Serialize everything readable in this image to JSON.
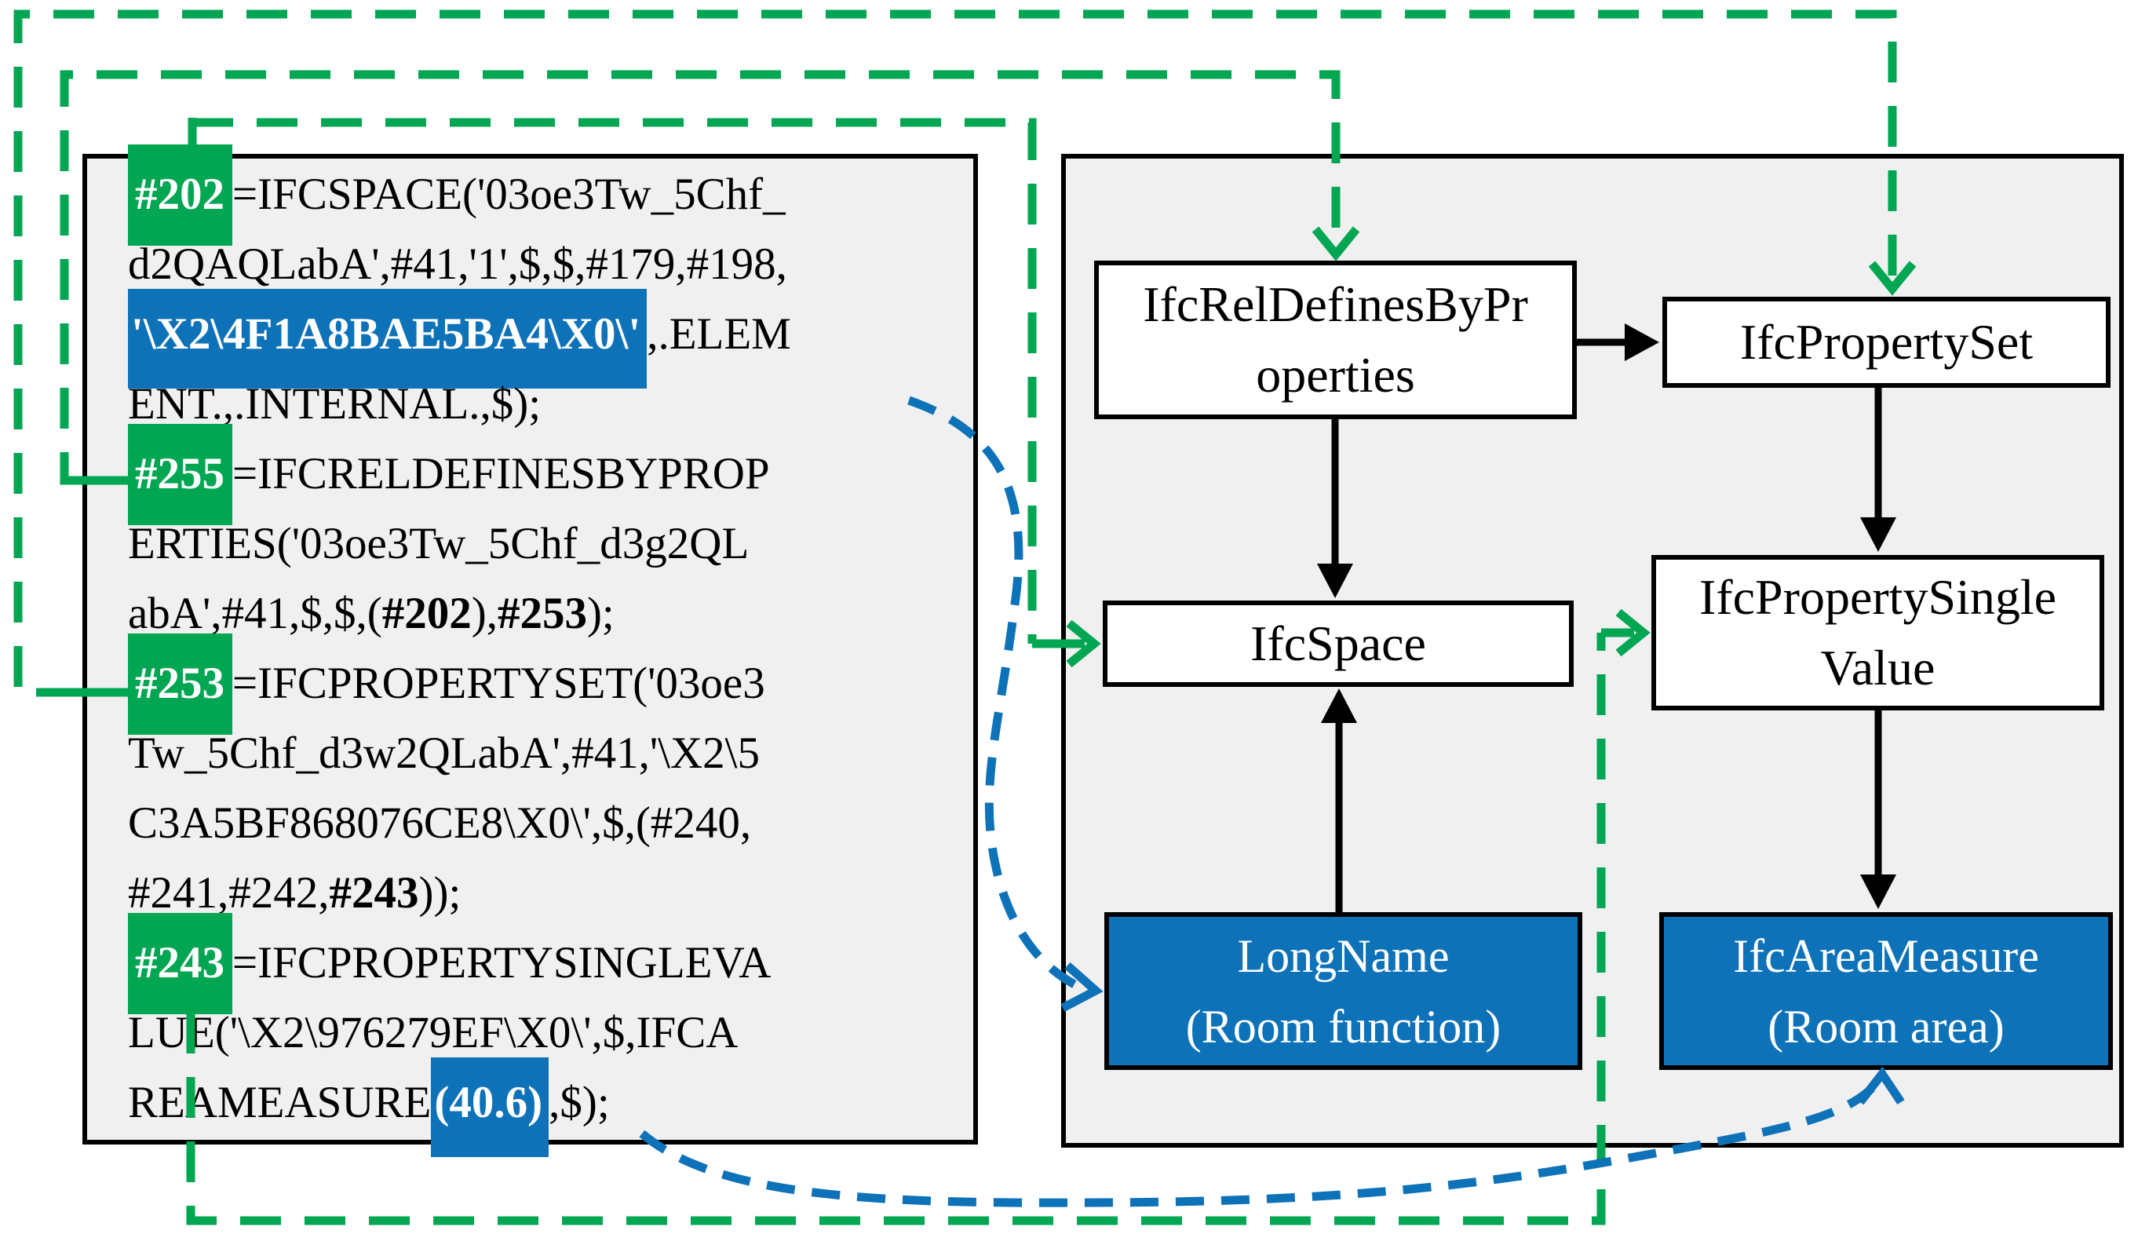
{
  "colors": {
    "green": "#00a651",
    "blue": "#0e72b8",
    "panel_bg": "#f0f0f0",
    "border": "#000000"
  },
  "left_panel": {
    "description": "IFC STEP source code excerpt",
    "lines": [
      {
        "segments": [
          {
            "text": "#202",
            "style": "green-chip"
          },
          {
            "text": "=IFCSPACE('03oe3Tw_5Chf_",
            "style": "normal"
          }
        ]
      },
      {
        "segments": [
          {
            "text": "d2QAQLabA',#41,'1',$,$,#179,#198,",
            "style": "normal"
          }
        ]
      },
      {
        "segments": [
          {
            "text": "'\\X2\\4F1A8BAE5BA4\\X0\\'",
            "style": "blue-chip"
          },
          {
            "text": ",.ELEM",
            "style": "normal"
          }
        ]
      },
      {
        "segments": [
          {
            "text": "ENT.,.INTERNAL.,$);",
            "style": "normal"
          }
        ]
      },
      {
        "segments": [
          {
            "text": "#255",
            "style": "green-chip"
          },
          {
            "text": "=IFCRELDEFINESBYPROP",
            "style": "normal"
          }
        ]
      },
      {
        "segments": [
          {
            "text": "ERTIES('03oe3Tw_5Chf_d3g2QL",
            "style": "normal"
          }
        ]
      },
      {
        "segments": [
          {
            "text": "abA',#41,$,$,(",
            "style": "normal"
          },
          {
            "text": "#202",
            "style": "bold"
          },
          {
            "text": "),",
            "style": "normal"
          },
          {
            "text": "#253",
            "style": "bold"
          },
          {
            "text": ");",
            "style": "normal"
          }
        ]
      },
      {
        "segments": [
          {
            "text": "#253",
            "style": "green-chip"
          },
          {
            "text": "=IFCPROPERTYSET('03oe3",
            "style": "normal"
          }
        ]
      },
      {
        "segments": [
          {
            "text": "Tw_5Chf_d3w2QLabA',#41,'\\X2\\5",
            "style": "normal"
          }
        ]
      },
      {
        "segments": [
          {
            "text": "C3A5BF868076CE8\\X0\\',$,(#240,",
            "style": "normal"
          }
        ]
      },
      {
        "segments": [
          {
            "text": "#241,#242,",
            "style": "normal"
          },
          {
            "text": "#243",
            "style": "bold"
          },
          {
            "text": "));",
            "style": "normal"
          }
        ]
      },
      {
        "segments": [
          {
            "text": "#243",
            "style": "green-chip"
          },
          {
            "text": "=IFCPROPERTYSINGLEVA",
            "style": "normal"
          }
        ]
      },
      {
        "segments": [
          {
            "text": "LUE('\\X2\\976279EF\\X0\\',$,IFCA",
            "style": "normal"
          }
        ]
      },
      {
        "segments": [
          {
            "text": "REAMEASURE",
            "style": "normal"
          },
          {
            "text": "(40.6)",
            "style": "blue-chip"
          },
          {
            "text": ",$);",
            "style": "normal"
          }
        ]
      }
    ]
  },
  "right_panel": {
    "description": "IFC entity relationship diagram",
    "boxes": [
      {
        "id": "ifc-rel-defines-by-properties",
        "label": "IfcRelDefinesByPr\noperties",
        "type": "white"
      },
      {
        "id": "ifc-property-set",
        "label": "IfcPropertySet",
        "type": "white"
      },
      {
        "id": "ifc-space",
        "label": "IfcSpace",
        "type": "white"
      },
      {
        "id": "ifc-property-single-value",
        "label": "IfcPropertySingle\nValue",
        "type": "white"
      },
      {
        "id": "long-name",
        "label": "LongName\n(Room function)",
        "type": "blue"
      },
      {
        "id": "ifc-area-measure",
        "label": "IfcAreaMeasure\n(Room area)",
        "type": "blue"
      }
    ]
  },
  "connections": [
    {
      "from": "#202",
      "to": "IfcSpace",
      "style": "green-dashed-arrow"
    },
    {
      "from": "#255",
      "to": "IfcRelDefinesByProperties",
      "style": "green-dashed-arrow"
    },
    {
      "from": "#253",
      "to": "IfcPropertySet",
      "style": "green-dashed-arrow"
    },
    {
      "from": "#243",
      "to": "IfcPropertySingleValue",
      "style": "green-dashed-arrow"
    },
    {
      "from": "'\\X2\\4F1A8BAE5BA4\\X0\\'",
      "to": "LongName (Room function)",
      "style": "blue-dashed-arrow"
    },
    {
      "from": "(40.6)",
      "to": "IfcAreaMeasure (Room area)",
      "style": "blue-dashed-arrow"
    },
    {
      "from": "IfcRelDefinesByProperties",
      "to": "IfcPropertySet",
      "style": "black-arrow"
    },
    {
      "from": "IfcRelDefinesByProperties",
      "to": "IfcSpace",
      "style": "black-arrow"
    },
    {
      "from": "IfcPropertySet",
      "to": "IfcPropertySingleValue",
      "style": "black-arrow"
    },
    {
      "from": "LongName (Room function)",
      "to": "IfcSpace",
      "style": "black-arrow"
    },
    {
      "from": "IfcPropertySingleValue",
      "to": "IfcAreaMeasure (Room area)",
      "style": "black-arrow"
    }
  ]
}
